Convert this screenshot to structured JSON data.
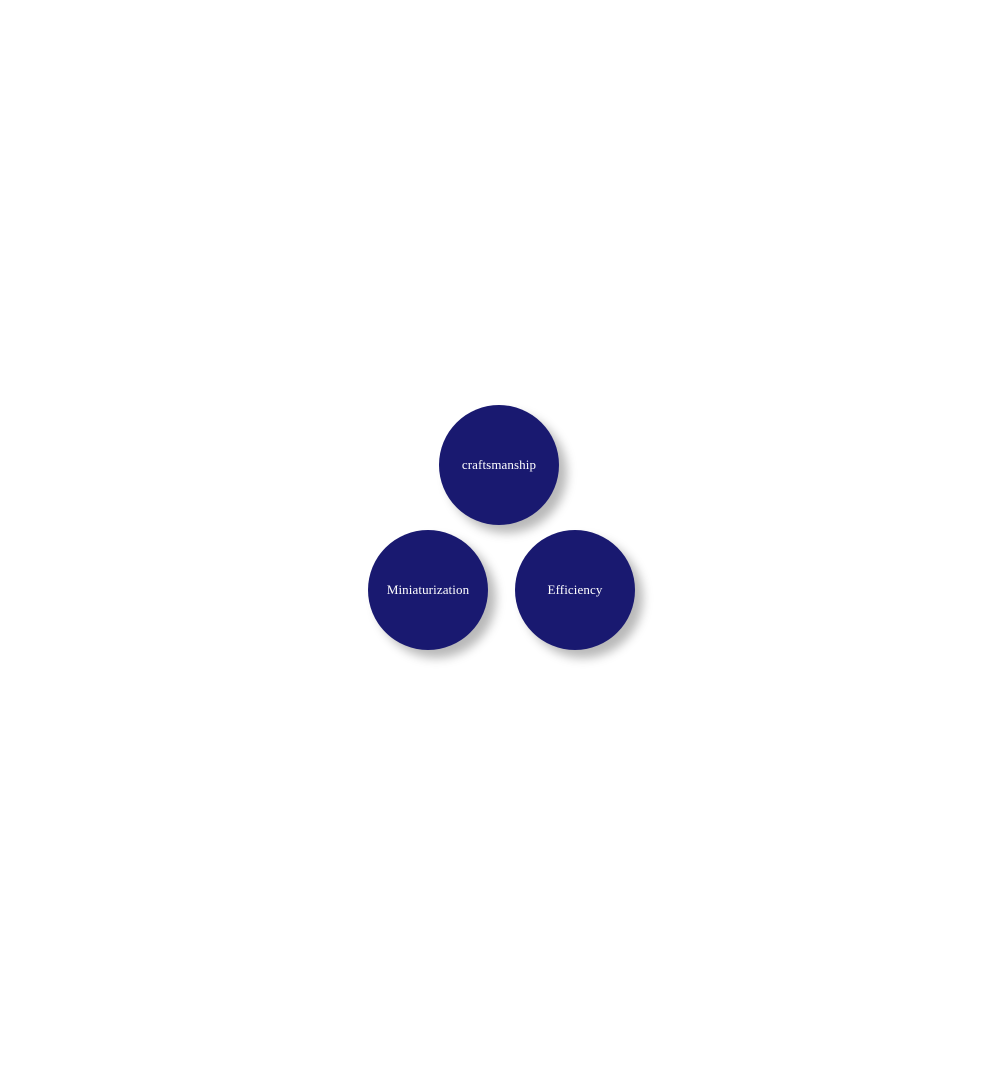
{
  "diagram": {
    "nodes": [
      {
        "label": "craftsmanship"
      },
      {
        "label": "Miniaturization"
      },
      {
        "label": "Efficiency"
      }
    ],
    "colors": {
      "node_fill": "#191970",
      "node_text": "#ffffff",
      "background": "#ffffff"
    }
  }
}
